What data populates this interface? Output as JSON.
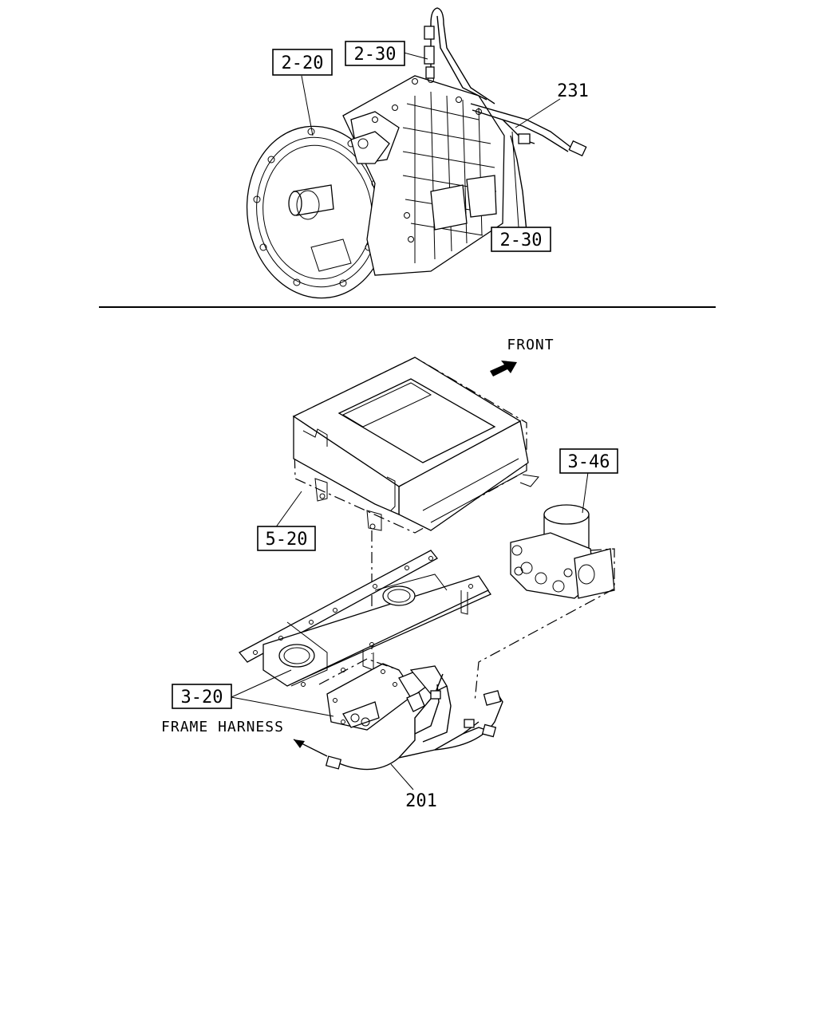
{
  "callouts": {
    "top_2_20": "2-20",
    "top_2_30_upper": "2-30",
    "top_231": "231",
    "top_2_30_lower": "2-30",
    "bottom_5_20": "5-20",
    "bottom_3_46": "3-46",
    "bottom_3_20": "3-20",
    "bottom_201": "201"
  },
  "text": {
    "front": "FRONT",
    "frame_harness": "FRAME HARNESS"
  }
}
